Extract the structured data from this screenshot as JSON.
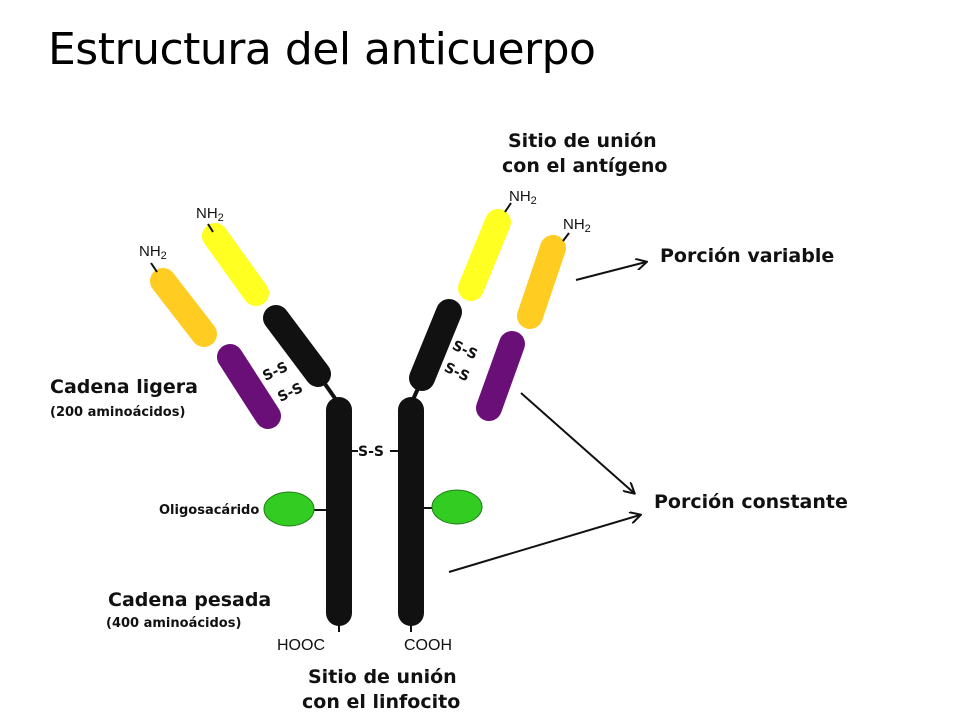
{
  "title": "Estructura del anticuerpo",
  "colors": {
    "light_variable": "#ffcc22",
    "heavy_variable": "#ffff22",
    "light_constant": "#6a0f78",
    "heavy_constant": "#111111",
    "oligosaccharide": "#33cc22",
    "background": "#ffffff"
  },
  "labels": {
    "antigen_site_line1": "Sitio de unión",
    "antigen_site_line2": "con el antígeno",
    "variable_portion": "Porción variable",
    "constant_portion": "Porción constante",
    "light_chain": "Cadena ligera",
    "light_chain_aa": "(200 aminoácidos)",
    "oligosaccharide": "Oligosacárido",
    "heavy_chain": "Cadena pesada",
    "heavy_chain_aa": "(400 aminoácidos)",
    "lymphocyte_site_line1": "Sitio de unión",
    "lymphocyte_site_line2": "con el linfocito",
    "amino_terminus": "NH",
    "amino_subscript": "2",
    "carboxyl_left": "HOOC",
    "carboxyl_right": "COOH",
    "disulfide": "S-S"
  }
}
